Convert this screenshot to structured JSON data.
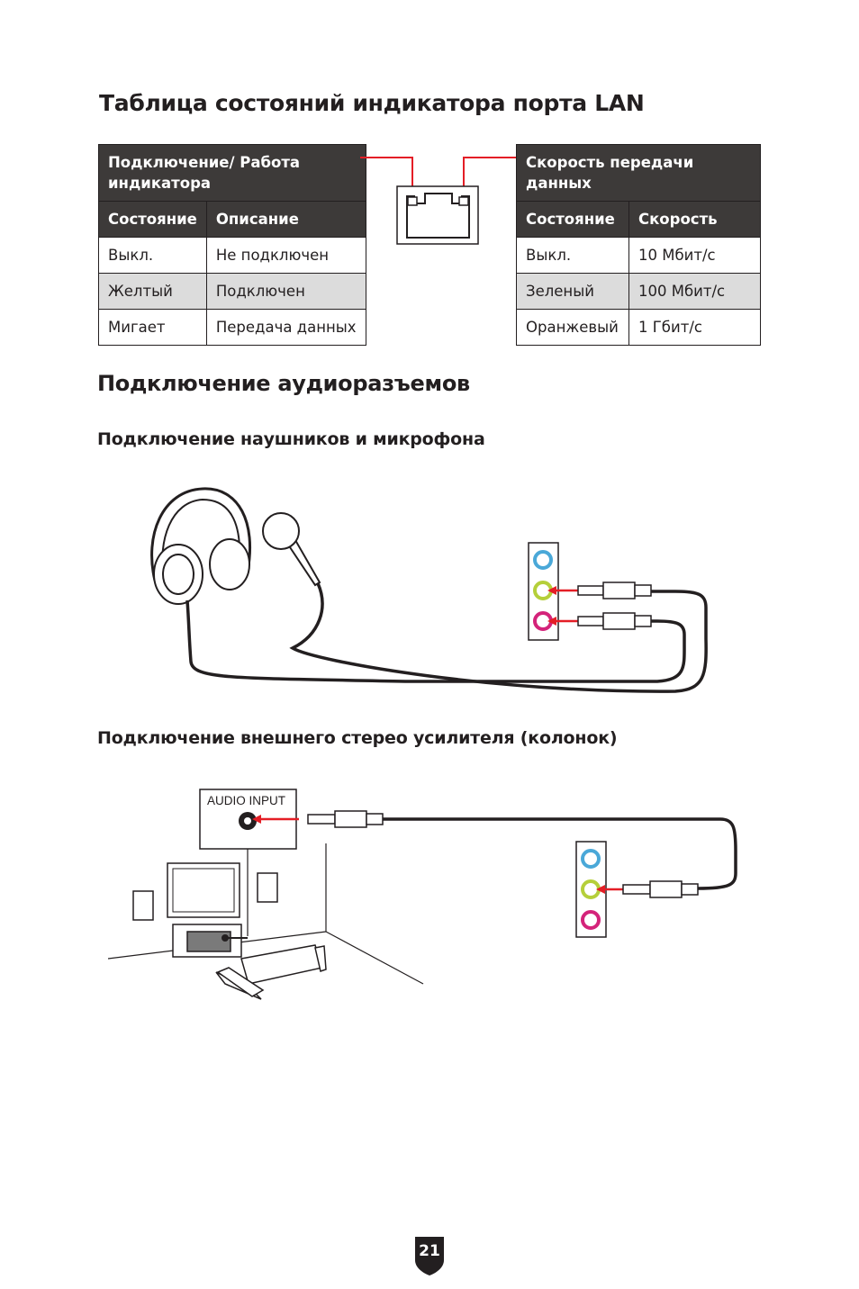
{
  "lan_section": {
    "title": "Таблица состояний индикатора порта LAN",
    "link_table": {
      "caption": "Подключение/ Работа индикатора",
      "headers": [
        "Состояние",
        "Описание"
      ],
      "rows": [
        [
          "Выкл.",
          "Не подключен"
        ],
        [
          "Желтый",
          "Подключен"
        ],
        [
          "Мигает",
          "Передача данных"
        ]
      ]
    },
    "speed_table": {
      "caption": "Скорость передачи данных",
      "headers": [
        "Состояние",
        "Скорость"
      ],
      "rows": [
        [
          "Выкл.",
          "10 Мбит/с"
        ],
        [
          "Зеленый",
          "100 Мбит/с"
        ],
        [
          "Оранжевый",
          "1 Гбит/с"
        ]
      ]
    }
  },
  "audio_section": {
    "title": "Подключение аудиоразъемов",
    "headphones_subtitle": "Подключение наушников и микрофона",
    "speakers_subtitle": "Подключение внешнего стерео усилителя (колонок)",
    "audio_input_label": "AUDIO INPUT"
  },
  "colors": {
    "header_bg": "#3d3a39",
    "accent_red": "#e41e26",
    "jack_blue": "#4aa8d8",
    "jack_green": "#b5cf3a",
    "jack_pink": "#d4237a"
  },
  "page_number": "21"
}
